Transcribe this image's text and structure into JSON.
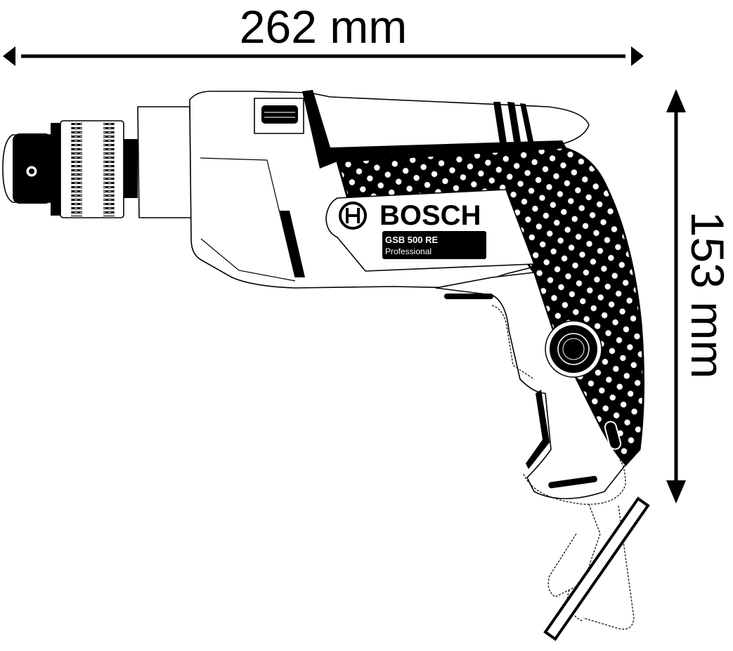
{
  "diagram": {
    "subject": "Bosch drill side-view dimension drawing",
    "dimensions": {
      "length": {
        "value": 262,
        "unit": "mm",
        "label": "262 mm",
        "orientation": "horizontal"
      },
      "height": {
        "value": 153,
        "unit": "mm",
        "label": "153 mm",
        "orientation": "vertical"
      }
    },
    "product": {
      "brand": "BOSCH",
      "model": "GSB 500 RE",
      "line": "Professional",
      "logo_icon": "bosch-armature-logo-icon"
    },
    "parts": [
      "keyless-chuck",
      "motor-housing",
      "gear-selector",
      "soft-grip-handle",
      "trigger",
      "side-dial",
      "cord-strain-relief",
      "power-cord"
    ],
    "colors": {
      "line": "#000000",
      "background": "#ffffff"
    }
  }
}
